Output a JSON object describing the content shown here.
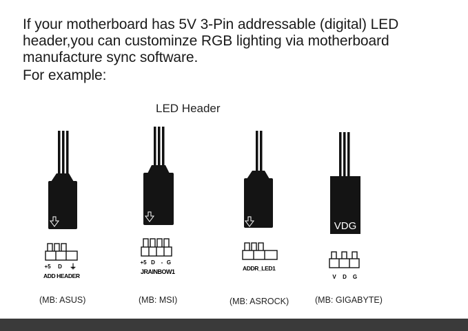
{
  "intro": {
    "line1": "If your motherboard has 5V 3-Pin addressable (digital) LED",
    "line2": "header,you can custominze RGB lighting via motherboard",
    "line3": "manufacture sync software.",
    "line4": "For example:"
  },
  "header_title": "LED Header",
  "connectors": [
    {
      "pins": [
        "+5",
        "D",
        "⏚"
      ],
      "label": "ADD HEADER",
      "caption": "(MB: ASUS)"
    },
    {
      "pins": [
        "+5",
        "D",
        "-",
        "G"
      ],
      "label": "JRAINBOW1",
      "caption": "(MB: MSI)"
    },
    {
      "pins": [],
      "label": "ADDR_LED1",
      "caption": "(MB: ASROCK)"
    },
    {
      "plug_text": "VDG",
      "pins": [
        "V",
        "D",
        "G"
      ],
      "label": "",
      "caption": "(MB: GIGABYTE)"
    }
  ],
  "colors": {
    "plug": "#141414",
    "bar": "#3a3a3a"
  }
}
